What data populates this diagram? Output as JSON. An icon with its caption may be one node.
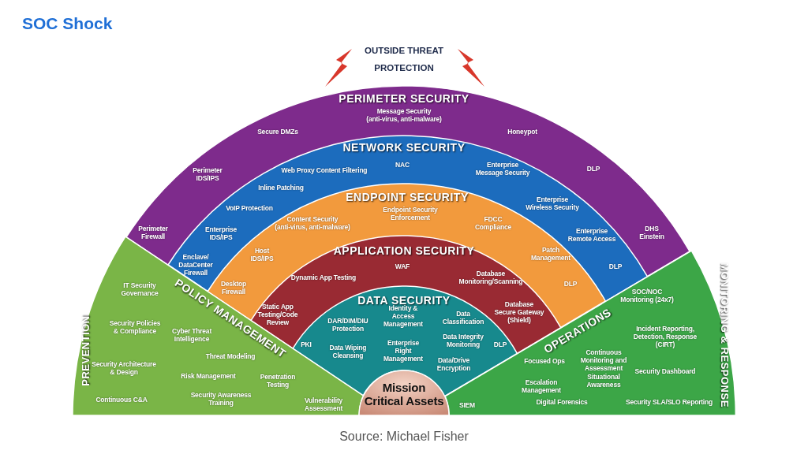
{
  "diagram": {
    "title": "SOC Shock",
    "caption": "Source: Michael Fisher",
    "nodes": [
      {
        "text": [
          "PERIMETER SECURITY",
          "Message Security (anti-virus, anti-malware)",
          "Secure DMZs",
          "Honeypot",
          "Perimeter IDS/IPS",
          "DLP",
          "Perimeter Firewall",
          "DHS Einstein"
        ]
      },
      {
        "text": [
          "NETWORK SECURITY",
          "NAC",
          "Web Proxy Content Filtering",
          "Enterprise Message Security",
          "Inline Patching",
          "Enterprise Wireless Security",
          "VoIP Protection",
          "Enterprise IDS/IPS",
          "Enterprise Remote Access",
          "Enclave/ DataCenter Firewall",
          "DLP"
        ],
        "in": 0
      },
      {
        "text": [
          "ENDPOINT SECURITY",
          "Endpoint Security Enforcement",
          "Content Security (anti-virus, anti-malware)",
          "FDCC Compliance",
          "Host IDS/IPS",
          "Patch Management",
          "Desktop Firewall",
          "DLP"
        ],
        "in": 1
      },
      {
        "text": [
          "APPLICATION SECURITY",
          "WAF",
          "Dynamic App Testing",
          "Database Monitoring/Scanning",
          "Static App Testing/Code Review",
          "Database Secure Gateway (Shield)"
        ],
        "in": 2
      },
      {
        "text": [
          "DATA SECURITY",
          "Identity & Access Management",
          "DAR/DIM/DIU Protection",
          "Data Classification",
          "PKI",
          "Data Wiping Cleansing",
          "Enterprise Right Management",
          "Data Integrity Monitoring",
          "DLP",
          "Data/Drive Encryption"
        ],
        "in": 3
      },
      {
        "text": [
          "PREVENTION",
          "POLICY MANAGEMENT",
          "IT Security Governance",
          "Security Policies & Compliance",
          "Cyber Threat Intelligence",
          "Threat Modeling",
          "Security Architecture & Design",
          "Risk Management",
          "Penetration Testing",
          "Continuous C&A",
          "Security Awareness Training",
          "Vulnerability Assessment"
        ]
      },
      {
        "text": [
          "OPERATIONS",
          "MONITORING & RESPONSE",
          "SOC/NOC Monitoring (24x7)",
          "Incident Reporting, Detection, Response (CIRT)",
          "Focused Ops",
          "Continuous Monitoring and Assessment Situational Awareness",
          "Security Dashboard",
          "Escalation Management",
          "SIEM",
          "Digital Forensics",
          "Security SLA/SLO Reporting"
        ]
      },
      {
        "text": [
          "Mission Critical Assets"
        ]
      }
    ],
    "labels": [
      "OUTSIDE THREAT PROTECTION"
    ]
  }
}
